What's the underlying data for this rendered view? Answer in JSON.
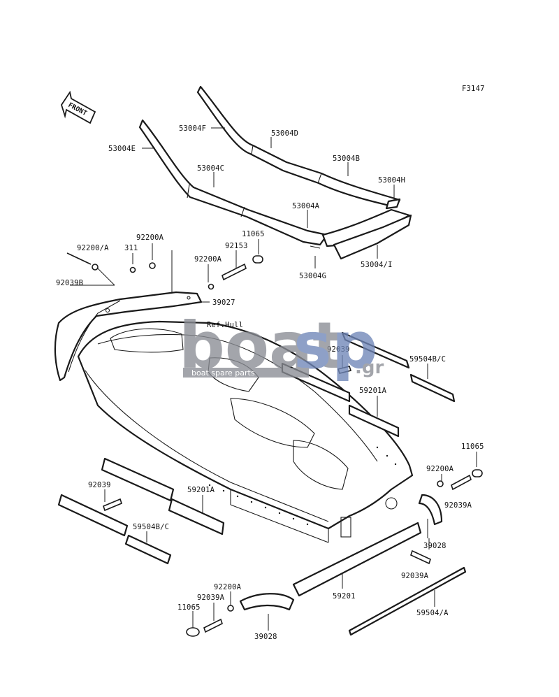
{
  "diagram": {
    "figure_code": "F3147",
    "front_label": "FRONT",
    "ref_label": "Ref.Hull",
    "colors": {
      "line": "#1a1a1a",
      "watermark": "#8a8d94",
      "watermark_accent": "#6f86b8"
    }
  },
  "watermark": {
    "brand_main": "boat",
    "brand_sp": "sp",
    "brand_tld": ".gr",
    "tagline": "boat spare parts"
  },
  "labels": [
    {
      "id": "53004F",
      "text": "53004F"
    },
    {
      "id": "53004D",
      "text": "53004D"
    },
    {
      "id": "53004E",
      "text": "53004E"
    },
    {
      "id": "53004C",
      "text": "53004C"
    },
    {
      "id": "53004B",
      "text": "53004B"
    },
    {
      "id": "53004H",
      "text": "53004H"
    },
    {
      "id": "53004A",
      "text": "53004A"
    },
    {
      "id": "53004G",
      "text": "53004G"
    },
    {
      "id": "53004I",
      "text": "53004/I"
    },
    {
      "id": "92200A_top",
      "text": "92200A"
    },
    {
      "id": "92200_A_left",
      "text": "92200/A"
    },
    {
      "id": "311",
      "text": "311"
    },
    {
      "id": "92039B",
      "text": "92039B"
    },
    {
      "id": "11065_top",
      "text": "11065"
    },
    {
      "id": "92153",
      "text": "92153"
    },
    {
      "id": "92200A_mid",
      "text": "92200A"
    },
    {
      "id": "39027",
      "text": "39027"
    },
    {
      "id": "92039_right",
      "text": "92039"
    },
    {
      "id": "59504BC_right",
      "text": "59504B/C"
    },
    {
      "id": "59201A_right",
      "text": "59201A"
    },
    {
      "id": "11065_right",
      "text": "11065"
    },
    {
      "id": "92200A_right",
      "text": "92200A"
    },
    {
      "id": "92039A_right",
      "text": "92039A"
    },
    {
      "id": "39028_right",
      "text": "39028"
    },
    {
      "id": "92039A_lowright",
      "text": "92039A"
    },
    {
      "id": "92039_left",
      "text": "92039"
    },
    {
      "id": "59201A_left",
      "text": "59201A"
    },
    {
      "id": "59504BC_left",
      "text": "59504B/C"
    },
    {
      "id": "59201",
      "text": "59201"
    },
    {
      "id": "59504A",
      "text": "59504/A"
    },
    {
      "id": "92200A_bottom",
      "text": "92200A"
    },
    {
      "id": "92039A_bottom",
      "text": "92039A"
    },
    {
      "id": "11065_bottom",
      "text": "11065"
    },
    {
      "id": "39028_bottom",
      "text": "39028"
    }
  ]
}
